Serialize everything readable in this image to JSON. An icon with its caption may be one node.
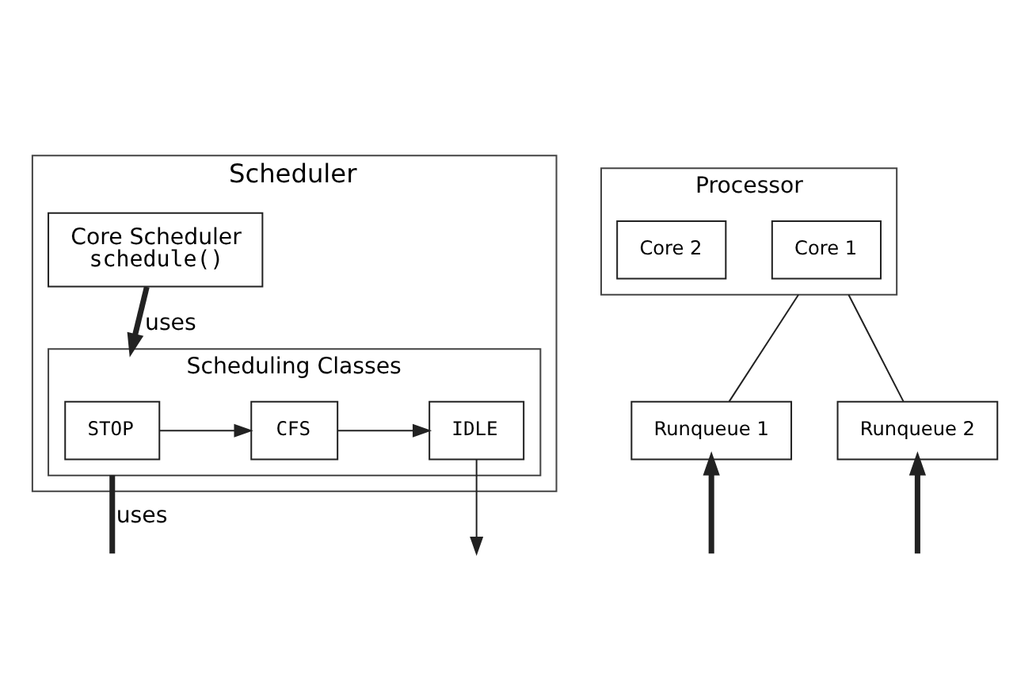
{
  "diagram": {
    "nodes": [
      {
        "text": [
          "Scheduler"
        ]
      },
      {
        "text": [
          "Core Scheduler",
          "schedule()"
        ],
        "in": 0
      },
      {
        "text": [
          "Scheduling Classes"
        ],
        "in": 0
      },
      {
        "text": [
          "STOP"
        ],
        "in": 2
      },
      {
        "text": [
          "CFS"
        ],
        "in": 2
      },
      {
        "text": [
          "IDLE"
        ],
        "in": 2
      },
      {
        "text": [
          "Processor"
        ]
      },
      {
        "text": [
          "Core 1"
        ],
        "in": 6
      },
      {
        "text": [
          "Core 2"
        ],
        "in": 6
      },
      {
        "text": [
          "Runqueue 1"
        ]
      },
      {
        "text": [
          "Runqueue 2"
        ]
      }
    ],
    "edges": [
      {
        "from": 1,
        "to": 2,
        "arrow": "to",
        "label": "uses",
        "style": "thick"
      },
      {
        "from": 3,
        "to": 4,
        "arrow": "to"
      },
      {
        "from": 4,
        "to": 5,
        "arrow": "to"
      },
      {
        "from": 5,
        "to": null,
        "arrow": "to"
      },
      {
        "from": 2,
        "to": null,
        "arrow": "none",
        "label": "uses",
        "style": "thick"
      },
      {
        "from": null,
        "to": 9,
        "arrow": "to",
        "style": "thick"
      },
      {
        "from": null,
        "to": 10,
        "arrow": "to",
        "style": "thick"
      },
      {
        "from": 9,
        "to": 6,
        "arrow": "none"
      },
      {
        "from": 10,
        "to": 6,
        "arrow": "none"
      }
    ]
  }
}
